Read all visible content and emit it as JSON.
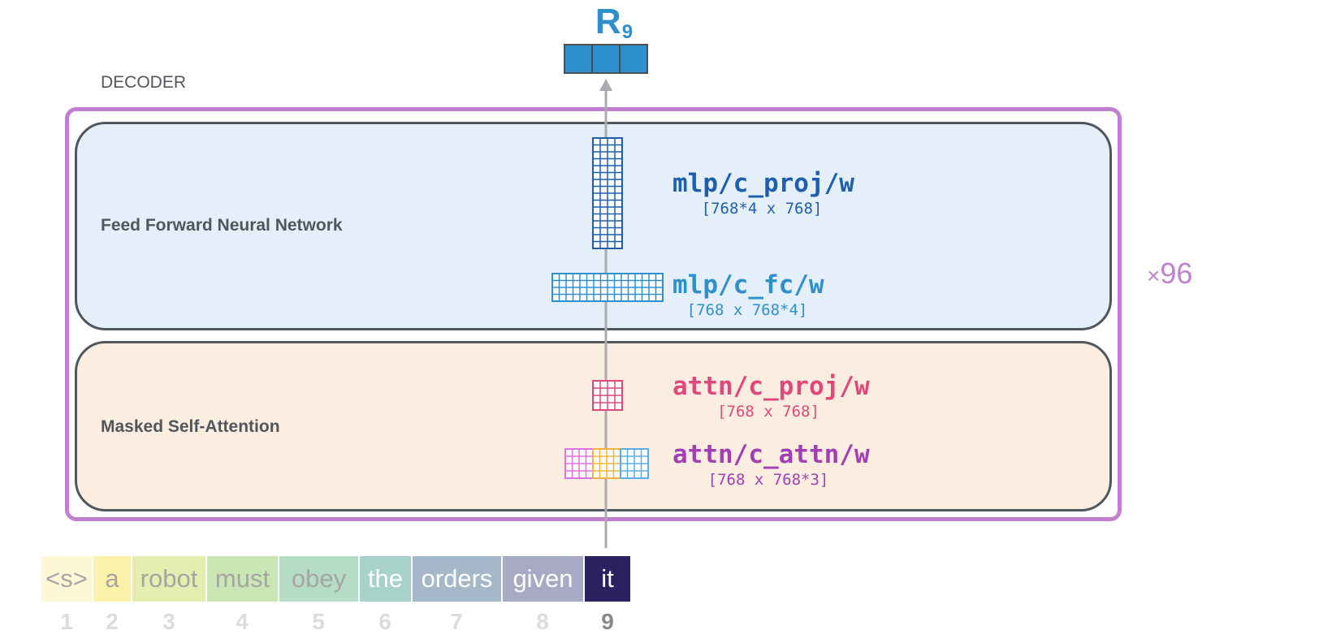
{
  "output": {
    "label": "R",
    "subscript": "9",
    "color": "#2e8fcd"
  },
  "decoder": {
    "label": "DECODER",
    "multiplier_symbol": "×",
    "multiplier_value": "96",
    "border_color": "#c27fd0"
  },
  "ffnn": {
    "label": "Feed Forward Neural Network",
    "background": "#e5effa",
    "weights": [
      {
        "name": "mlp/c_proj/w",
        "dims": "[768*4 x 768]",
        "color": "#1d5fae"
      },
      {
        "name": "mlp/c_fc/w",
        "dims": "[768 x 768*4]",
        "color": "#2e8fcd"
      }
    ]
  },
  "attention": {
    "label": "Masked Self-Attention",
    "background": "#fbeee1",
    "weights": [
      {
        "name": "attn/c_proj/w",
        "dims": "[768 x 768]",
        "color": "#e0477a"
      },
      {
        "name": "attn/c_attn/w",
        "dims": "[768 x 768*3]",
        "color": "#a33fb5"
      }
    ]
  },
  "tokens": [
    {
      "text": "<s>",
      "position": "1",
      "bg": "#fdf7d6",
      "fg": "#a5a5a5"
    },
    {
      "text": "a",
      "position": "2",
      "bg": "#fcf1a8",
      "fg": "#a5a5a5"
    },
    {
      "text": "robot",
      "position": "3",
      "bg": "#e4eeae",
      "fg": "#a5a5a5"
    },
    {
      "text": "must",
      "position": "4",
      "bg": "#cbe6b5",
      "fg": "#a5a5a5"
    },
    {
      "text": "obey",
      "position": "5",
      "bg": "#b5dcc4",
      "fg": "#a5a5a5"
    },
    {
      "text": "the",
      "position": "6",
      "bg": "#a7d1c9",
      "fg": "#ffffff"
    },
    {
      "text": "orders",
      "position": "7",
      "bg": "#a4b8c9",
      "fg": "#ffffff"
    },
    {
      "text": "given",
      "position": "8",
      "bg": "#a8a9c4",
      "fg": "#ffffff"
    },
    {
      "text": "it",
      "position": "9",
      "bg": "#2c2160",
      "fg": "#ffffff",
      "active": true
    }
  ]
}
